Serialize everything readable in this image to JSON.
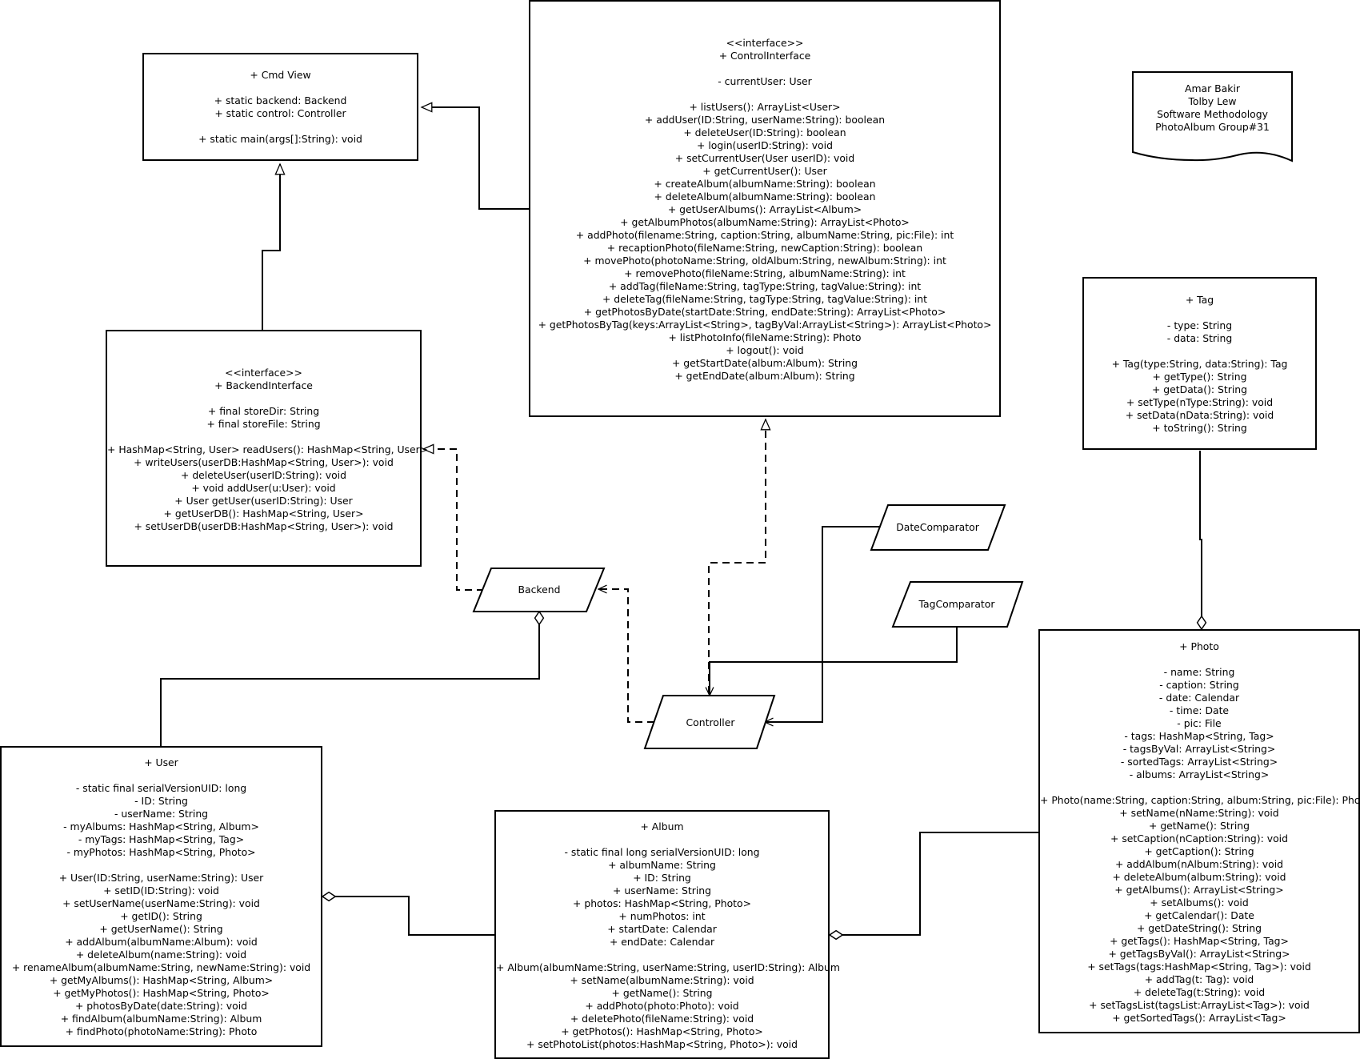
{
  "classes": {
    "cmd_view": {
      "lines": [
        "+ Cmd View",
        "",
        "+ static backend: Backend",
        "+ static control: Controller",
        "",
        "+ static main(args[]:String): void"
      ]
    },
    "control_interface": {
      "lines": [
        "<<interface>>",
        "+ ControlInterface",
        "",
        "- currentUser: User",
        "",
        "+ listUsers(): ArrayList<User>",
        "+ addUser(ID:String, userName:String): boolean",
        "+ deleteUser(ID:String): boolean",
        "+ login(userID:String): void",
        "+ setCurrentUser(User userID): void",
        "+ getCurrentUser(): User",
        "+ createAlbum(albumName:String): boolean",
        "+ deleteAlbum(albumName:String): boolean",
        "+ getUserAlbums(): ArrayList<Album>",
        "+ getAlbumPhotos(albumName:String): ArrayList<Photo>",
        "+ addPhoto(filename:String, caption:String, albumName:String, pic:File): int",
        "+ recaptionPhoto(fileName:String, newCaption:String): boolean",
        "+ movePhoto(photoName:String, oldAlbum:String, newAlbum:String): int",
        "+ removePhoto(fileName:String, albumName:String): int",
        "+ addTag(fileName:String, tagType:String, tagValue:String): int",
        "+ deleteTag(fileName:String, tagType:String, tagValue:String): int",
        "+ getPhotosByDate(startDate:String, endDate:String): ArrayList<Photo>",
        "+ getPhotosByTag(keys:ArrayList<String>, tagByVal:ArrayList<String>): ArrayList<Photo>",
        "+ listPhotoInfo(fileName:String): Photo",
        "+ logout(): void",
        "+ getStartDate(album:Album): String",
        "+ getEndDate(album:Album): String"
      ]
    },
    "backend_interface": {
      "lines": [
        "<<interface>>",
        "+ BackendInterface",
        "",
        "+ final storeDir: String",
        "+ final storeFile: String",
        "",
        "+ HashMap<String, User> readUsers(): HashMap<String, User>",
        "+ writeUsers(userDB:HashMap<String, User>): void",
        "+ deleteUser(userID:String): void",
        "+ void addUser(u:User): void",
        "+ User getUser(userID:String): User",
        "+ getUserDB(): HashMap<String, User>",
        "+ setUserDB(userDB:HashMap<String, User>): void"
      ]
    },
    "tag": {
      "lines": [
        "+ Tag",
        "",
        "- type: String",
        "- data: String",
        "",
        "+ Tag(type:String, data:String): Tag",
        "+ getType(): String",
        "+ getData(): String",
        "+ setType(nType:String): void",
        "+ setData(nData:String): void",
        "+ toString(): String"
      ]
    },
    "photo": {
      "lines": [
        "+ Photo",
        "",
        "- name: String",
        "- caption: String",
        "- date: Calendar",
        "- time: Date",
        "- pic: File",
        "- tags: HashMap<String, Tag>",
        "- tagsByVal: ArrayList<String>",
        "- sortedTags: ArrayList<String>",
        "- albums: ArrayList<String>",
        "",
        "+ Photo(name:String, caption:String, album:String, pic:File): Photo",
        "+ setName(nName:String): void",
        "+ getName(): String",
        "+ setCaption(nCaption:String): void",
        "+ getCaption(): String",
        "+ addAlbum(nAlbum:String): void",
        "+ deleteAlbum(album:String): void",
        "+ getAlbums(): ArrayList<String>",
        "+ setAlbums(): void",
        "+ getCalendar(): Date",
        "+ getDateString(): String",
        "+ getTags(): HashMap<String, Tag>",
        "+ getTagsByVal(): ArrayList<String>",
        "+ setTags(tags:HashMap<String, Tag>): void",
        "+ addTag(t: Tag): void",
        "+ deleteTag(t:String): void",
        "+ setTagsList(tagsList:ArrayList<Tag>): void",
        "+ getSortedTags(): ArrayList<Tag>"
      ]
    },
    "user": {
      "lines": [
        "+ User",
        "",
        "- static final serialVersionUID: long",
        "- ID: String",
        "- userName: String",
        "- myAlbums: HashMap<String, Album>",
        "- myTags: HashMap<String, Tag>",
        "- myPhotos: HashMap<String, Photo>",
        "",
        "+ User(ID:String, userName:String): User",
        "+ setID(ID:String): void",
        "+ setUserName(userName:String): void",
        "+ getID(): String",
        "+ getUserName(): String",
        "+ addAlbum(albumName:Album): void",
        "+ deleteAlbum(name:String): void",
        "+ renameAlbum(albumName:String, newName:String): void",
        "+ getMyAlbums(): HashMap<String, Album>",
        "+ getMyPhotos(): HashMap<String, Photo>",
        "+ photosByDate(date:String): void",
        "+ findAlbum(albumName:String): Album",
        "+ findPhoto(photoName:String): Photo"
      ]
    },
    "album": {
      "lines": [
        "+ Album",
        "",
        "- static final long serialVersionUID: long",
        "+ albumName: String",
        "+ ID: String",
        "+ userName: String",
        "+ photos: HashMap<String, Photo>",
        "+ numPhotos: int",
        "+ startDate: Calendar",
        "+ endDate: Calendar",
        "",
        "+ Album(albumName:String, userName:String, userID:String): Album",
        "+ setName(albumName:String): void",
        "+ getName(): String",
        "+ addPhoto(photo:Photo): void",
        "+ deletePhoto(fileName:String): void",
        "+ getPhotos(): HashMap<String, Photo>",
        "+ setPhotoList(photos:HashMap<String, Photo>): void"
      ]
    }
  },
  "shapes": {
    "backend": "Backend",
    "controller": "Controller",
    "date_comparator": "DateComparator",
    "tag_comparator": "TagComparator"
  },
  "note": {
    "lines": [
      "Amar Bakir",
      "Tolby Lew",
      "Software Methodology",
      "PhotoAlbum Group#31"
    ]
  }
}
